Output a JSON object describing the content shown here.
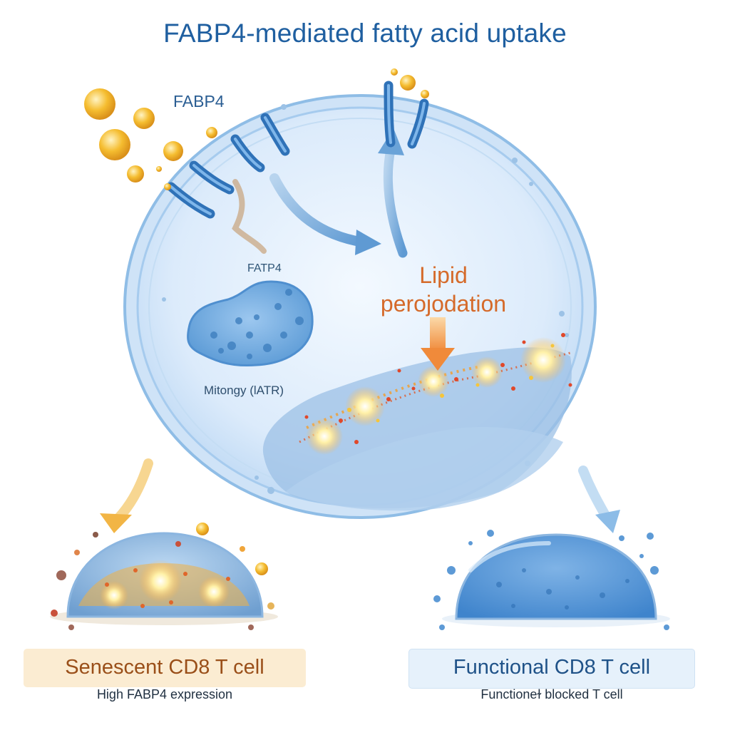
{
  "title": "FABP4-mediated fatty acid uptake",
  "labels": {
    "fabp4": "FABP4",
    "fatp4": "FATP4",
    "lipid_peroxidation": "Lipid perojodation",
    "mitochondria": "Mitongy (lATR)"
  },
  "outcomes": {
    "senescent": {
      "title": "Senescent CD8 T cell",
      "subtitle": "High FABP4 expression"
    },
    "functional": {
      "title": "Functional CD8 T cell",
      "subtitle": "Functioneɫ blocked T cell"
    }
  },
  "colors": {
    "title": "#1f5fa0",
    "lipid_label": "#d56a2a",
    "membrane": "#7fb2e2",
    "channel": "#3a7fc4",
    "fatty_acid": "#f3b32a",
    "senescent_box": "#fbecd2",
    "functional_box": "#e6f1fb"
  },
  "icons": {
    "fatty_acid_droplets": "yellow-sphere",
    "membrane_channels": "blue-ring-transporter",
    "peroxidation_sparks": "orange-starburst"
  }
}
